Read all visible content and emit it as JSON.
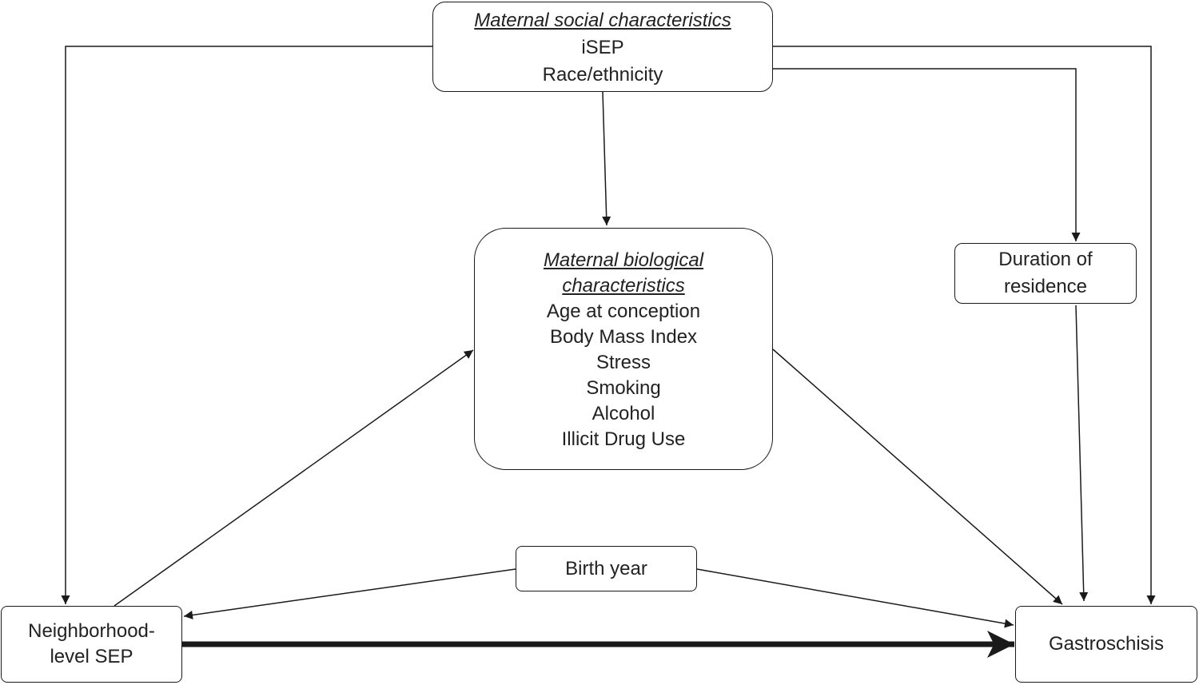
{
  "diagram": {
    "nodes": {
      "social": {
        "heading": "Maternal social characteristics",
        "items": [
          "iSEP",
          "Race/ethnicity"
        ]
      },
      "biological": {
        "heading_lines": [
          "Maternal biological",
          "characteristics"
        ],
        "items": [
          "Age at conception",
          "Body Mass Index",
          "Stress",
          "Smoking",
          "Alcohol",
          "Illicit Drug Use"
        ]
      },
      "duration": {
        "lines": [
          "Duration of",
          "residence"
        ]
      },
      "birth_year": {
        "label": "Birth year"
      },
      "neighborhood": {
        "lines": [
          "Neighborhood-",
          "level SEP"
        ]
      },
      "gastroschisis": {
        "label": "Gastroschisis"
      }
    },
    "edges": [
      {
        "from": "social",
        "to": "neighborhood"
      },
      {
        "from": "social",
        "to": "biological"
      },
      {
        "from": "social",
        "to": "duration"
      },
      {
        "from": "social",
        "to": "gastroschisis"
      },
      {
        "from": "neighborhood",
        "to": "biological"
      },
      {
        "from": "biological",
        "to": "gastroschisis"
      },
      {
        "from": "duration",
        "to": "gastroschisis"
      },
      {
        "from": "birth_year",
        "to": "neighborhood"
      },
      {
        "from": "birth_year",
        "to": "gastroschisis"
      },
      {
        "from": "neighborhood",
        "to": "gastroschisis",
        "emphasis": "bold"
      }
    ],
    "colors": {
      "line": "#1a1a1a",
      "text": "#222222",
      "background": "#ffffff"
    }
  }
}
